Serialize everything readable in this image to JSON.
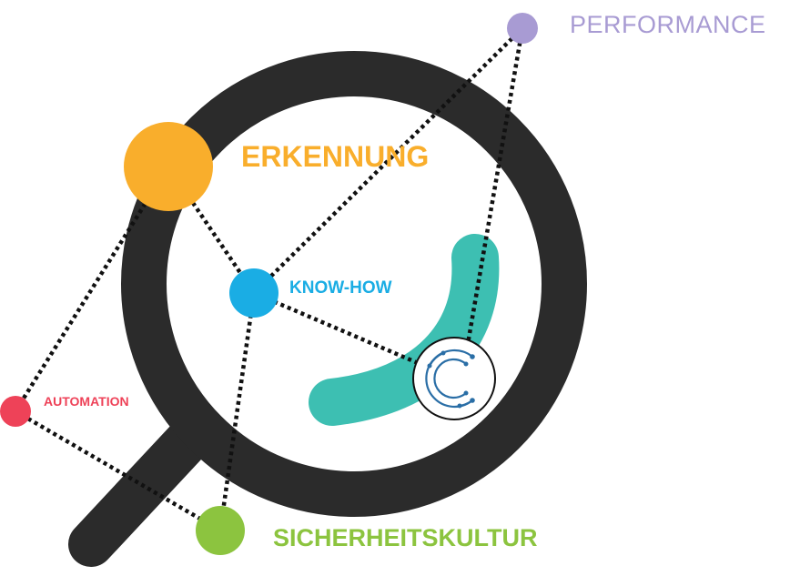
{
  "nodes": {
    "performance": {
      "label": "PERFORMANCE",
      "color": "#A89BD3"
    },
    "erkennung": {
      "label": "ERKENNUNG",
      "color": "#F9AE2C"
    },
    "knowhow": {
      "label": "KNOW-HOW",
      "color": "#1AADE4"
    },
    "automation": {
      "label": "AUTOMATION",
      "color": "#EE4258"
    },
    "sicherheitskultur": {
      "label": "SICHERHEITSKULTUR",
      "color": "#8CC43F"
    }
  },
  "colors": {
    "magnifier": "#2B2B2B",
    "swoosh": "#3DBFB2",
    "logo_stroke": "#2A6EA6",
    "connector": "#111111"
  },
  "icons": {
    "magnifier": "magnifying-glass-icon",
    "logo": "company-logo-icon"
  }
}
